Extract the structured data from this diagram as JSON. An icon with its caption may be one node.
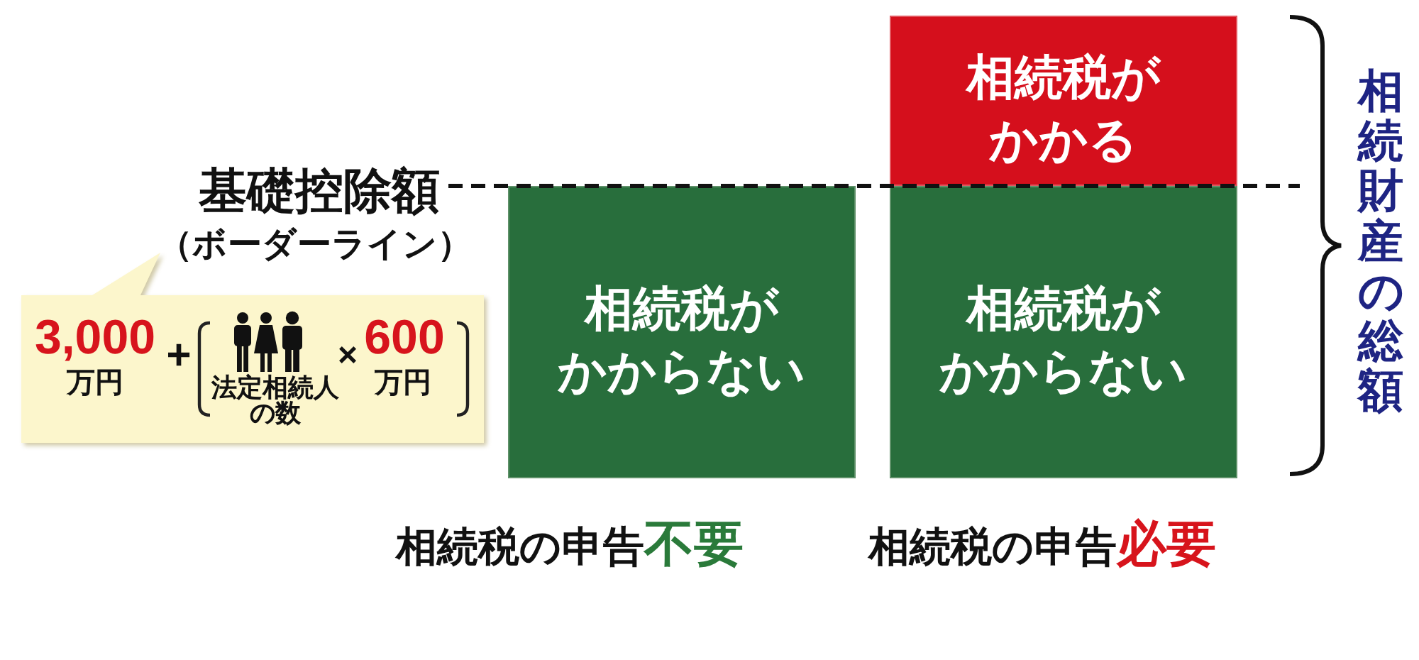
{
  "diagram": {
    "nodes": [
      {
        "text": [
          "3,000",
          "万円",
          "+",
          "法定相続人の数",
          "×",
          "600",
          "万円"
        ]
      },
      {
        "text": [
          "相続税がかからない"
        ]
      },
      {
        "text": [
          "相続税がかかる"
        ]
      },
      {
        "text": [
          "相続税がかからない"
        ]
      }
    ],
    "labels": [
      "基礎控除額",
      "（ボーダーライン）",
      "相続財産の総額",
      "相続税の申告**不要**",
      "相続税の申告**必要**"
    ]
  }
}
